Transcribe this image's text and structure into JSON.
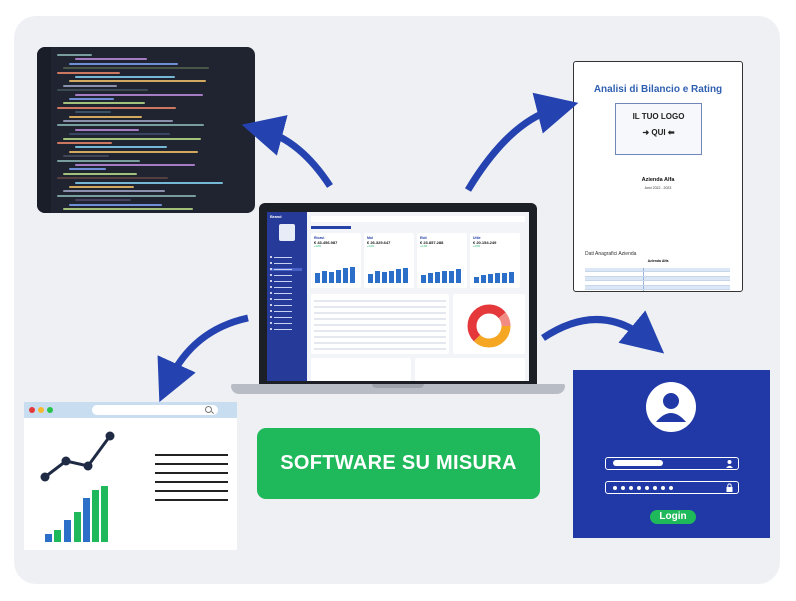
{
  "cta": {
    "label": "SOFTWARE SU MISURA"
  },
  "report": {
    "title": "Analisi di Bilancio e Rating",
    "logo_line1": "IL TUO LOGO",
    "logo_line2": "QUI",
    "company": "Azienda Alfa",
    "date": "Anni 2022 - 2023",
    "section": "Dati Anagrafici Azienda",
    "section_company": "Azienda Alfa"
  },
  "dashboard": {
    "brand": "Brand",
    "kpis": [
      {
        "label": "Ricavi",
        "value": "€ 43.456.987",
        "delta": "+4,8%"
      },
      {
        "label": "Mol",
        "value": "€ 26.329.647",
        "delta": "+3,6%"
      },
      {
        "label": "Ebit",
        "value": "€ 23.857.288",
        "delta": "+2,4%"
      },
      {
        "label": "Utile",
        "value": "€ 20.154.249",
        "delta": "+4,5%"
      }
    ]
  },
  "login": {
    "button_label": "Login"
  },
  "colors": {
    "accent_green": "#1fb85a",
    "brand_blue": "#2139a6",
    "arrow_blue": "#2543b0"
  }
}
